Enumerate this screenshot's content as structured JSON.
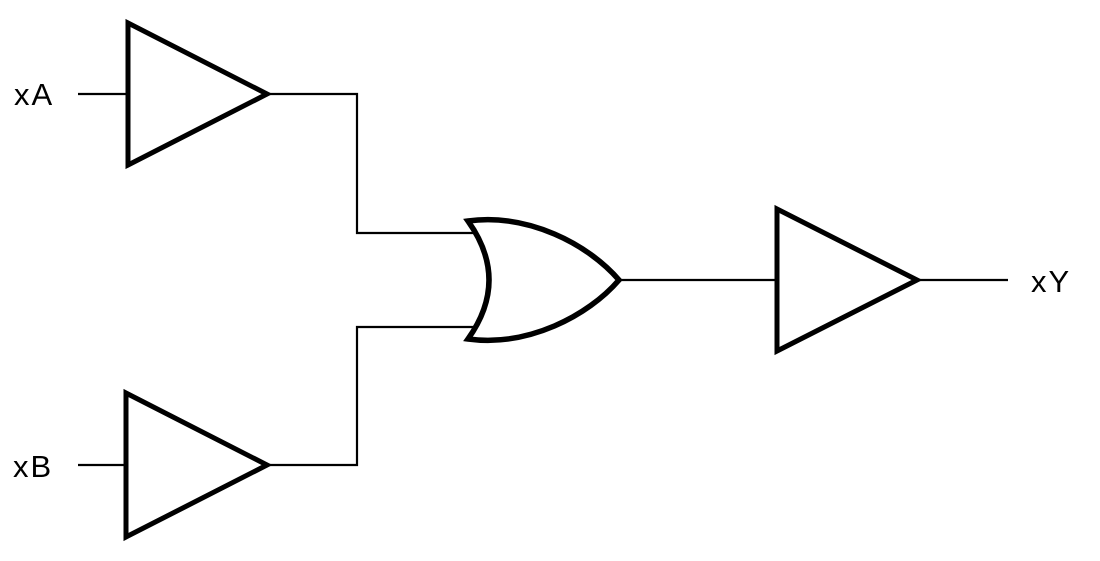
{
  "diagram": {
    "type": "logic-circuit-schematic",
    "background_color": "#ffffff",
    "line_color": "#000000",
    "labels": {
      "input_a": "xA",
      "input_b": "xB",
      "output": "xY"
    },
    "components": [
      {
        "name": "input-buffer-a",
        "gate": "buffer",
        "connected_net": "xA"
      },
      {
        "name": "input-buffer-b",
        "gate": "buffer",
        "connected_net": "xB"
      },
      {
        "name": "or-gate",
        "gate": "OR",
        "inputs": [
          "xA buffer output",
          "xB buffer output"
        ]
      },
      {
        "name": "output-buffer",
        "gate": "buffer",
        "connected_net": "xY"
      }
    ]
  }
}
